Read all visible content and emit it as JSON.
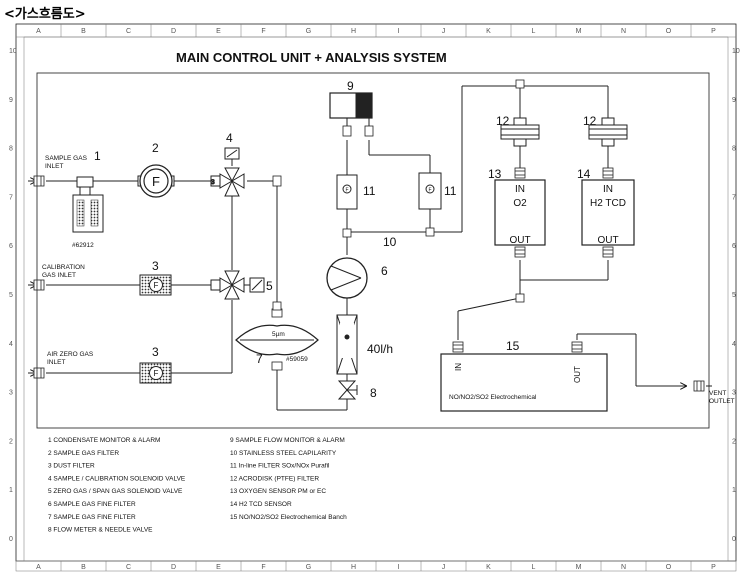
{
  "page_title": "<가스흐름도>",
  "sheet": {
    "title": "MAIN CONTROL UNIT + ANALYSIS SYSTEM",
    "grid_columns": [
      "A",
      "B",
      "C",
      "D",
      "E",
      "F",
      "G",
      "H",
      "I",
      "J",
      "K",
      "L",
      "M",
      "N",
      "O",
      "P"
    ],
    "grid_rows": [
      "10",
      "9",
      "8",
      "7",
      "6",
      "5",
      "4",
      "3",
      "2",
      "1",
      "0"
    ]
  },
  "inlets": {
    "sample": "SAMPLE GAS\nINLET",
    "calibration": "CALIBRATION\nGAS  INLET",
    "zero": "AIR   ZERO GAS\nINLET"
  },
  "callouts": {
    "c1": "1",
    "c2": "2",
    "c3a": "3",
    "c3b": "3",
    "c4": "4",
    "c5": "5",
    "c6": "6",
    "c7": "7",
    "c8": "8",
    "c9": "9",
    "c10": "10",
    "c11a": "11",
    "c11b": "11",
    "c12a": "12",
    "c12b": "12",
    "c13": "13",
    "c14": "14",
    "c15": "15"
  },
  "component_text": {
    "filter_letter": "F",
    "part_1": "#62912",
    "part_7": "#59059",
    "flow_rate": "40l/h",
    "o2_in": "IN",
    "o2_name": "O2",
    "o2_out": "OUT",
    "h2_in": "IN",
    "h2_name": "H2 TCD",
    "h2_out": "OUT",
    "bench_in": "IN",
    "bench_out": "OUT",
    "bench_name": "NO/NO2/SO2 Electrochemical",
    "vent": "VENT\nOUTLET"
  },
  "legend_left": [
    "1    CONDENSATE MONITOR & ALARM",
    "2    SAMPLE GAS FILTER",
    "3    DUST FILTER",
    "4    SAMPLE / CALIBRATION SOLENOID VALVE",
    "5    ZERO GAS / SPAN GAS SOLENOID VALVE",
    "6    SAMPLE GAS FINE FILTER",
    "7    SAMPLE GAS FINE FILTER",
    "8    FLOW METER & NEEDLE VALVE"
  ],
  "legend_right": [
    "9    SAMPLE FLOW MONITOR & ALARM",
    "10   STAINLESS STEEL CAPILARITY",
    "11   In-line FILTER SOx/NOx Purafil",
    "12   ACRODISK (PTFE) FILTER",
    "13   OXYGEN SENSOR PM or EC",
    "14   H2 TCD SENSOR",
    "15   NO/NO2/SO2 Electrochemical Banch"
  ]
}
